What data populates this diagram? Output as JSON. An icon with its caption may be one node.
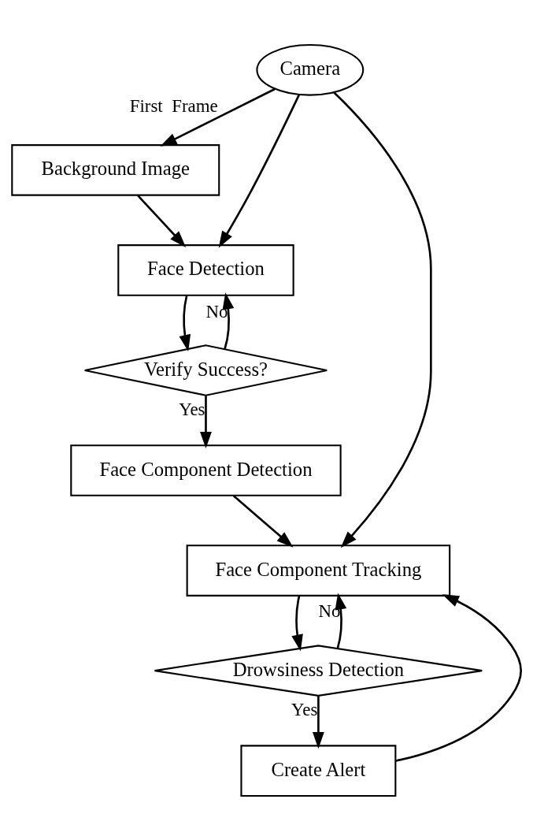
{
  "diagram": {
    "nodes": [
      {
        "text": [
          "Camera"
        ]
      },
      {
        "text": [
          "Background Image"
        ]
      },
      {
        "text": [
          "Face Detection"
        ]
      },
      {
        "text": [
          "Verify Success?"
        ]
      },
      {
        "text": [
          "Face Component Detection"
        ]
      },
      {
        "text": [
          "Face Component Tracking"
        ]
      },
      {
        "text": [
          "Drowsiness Detection"
        ]
      },
      {
        "text": [
          "Create Alert"
        ]
      }
    ],
    "edges": [
      {
        "from": 0,
        "to": 1,
        "arrow": "to",
        "label": "First  Frame"
      },
      {
        "from": 1,
        "to": 2,
        "arrow": "to"
      },
      {
        "from": 0,
        "to": 2,
        "arrow": "to"
      },
      {
        "from": 2,
        "to": 3,
        "arrow": "to"
      },
      {
        "from": 3,
        "to": 2,
        "arrow": "to",
        "label": "No"
      },
      {
        "from": 3,
        "to": 4,
        "arrow": "to",
        "label": "Yes"
      },
      {
        "from": 4,
        "to": 5,
        "arrow": "to"
      },
      {
        "from": 0,
        "to": 5,
        "arrow": "to"
      },
      {
        "from": 6,
        "to": 5,
        "arrow": "to",
        "label": "No"
      },
      {
        "from": 5,
        "to": 6,
        "arrow": "to"
      },
      {
        "from": 6,
        "to": 7,
        "arrow": "to",
        "label": "Yes"
      },
      {
        "from": 7,
        "to": 5,
        "arrow": "to"
      }
    ]
  }
}
